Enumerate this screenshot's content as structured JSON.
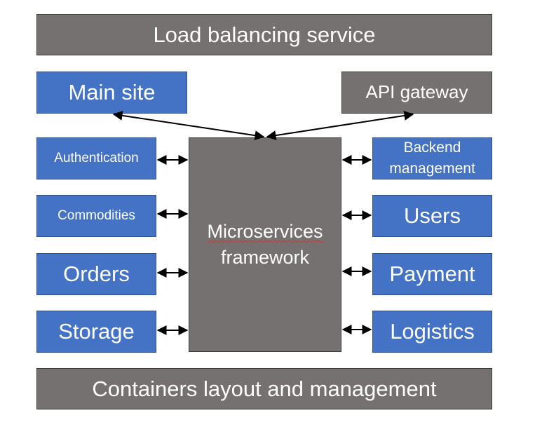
{
  "top_bar": {
    "label": "Load balancing service"
  },
  "bottom_bar": {
    "label": "Containers layout and management"
  },
  "main_site": {
    "label": "Main site"
  },
  "api_gateway": {
    "label": "API gateway"
  },
  "framework": {
    "line1": "Microservices",
    "line2": "framework"
  },
  "left_services": [
    {
      "label": "Authentication"
    },
    {
      "label": "Commodities"
    },
    {
      "label": "Orders"
    },
    {
      "label": "Storage"
    }
  ],
  "right_services": [
    {
      "line1": "Backend",
      "line2": "management"
    },
    {
      "label": "Users"
    },
    {
      "label": "Payment"
    },
    {
      "label": "Logistics"
    }
  ],
  "colors": {
    "gray_box": "#767171",
    "blue_box": "#4472c4",
    "text": "#ffffff",
    "arrow": "#000000"
  }
}
